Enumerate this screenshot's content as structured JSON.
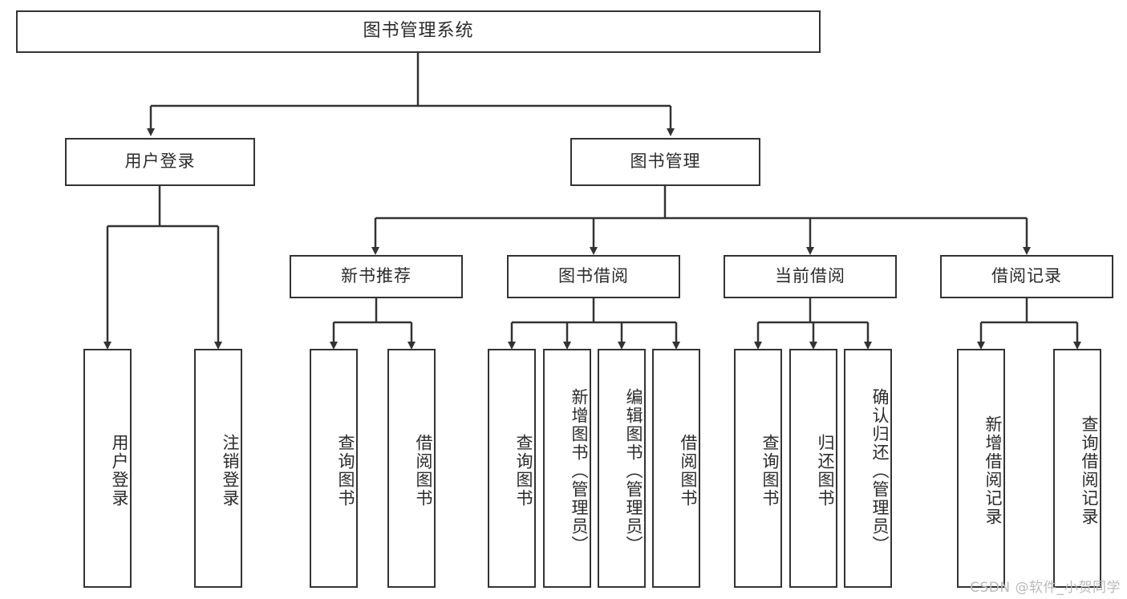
{
  "diagram": {
    "title": "图书管理系统",
    "root": {
      "label": "图书管理系统"
    },
    "level2": [
      {
        "label": "用户登录"
      },
      {
        "label": "图书管理"
      }
    ],
    "level3": [
      {
        "label": "新书推荐"
      },
      {
        "label": "图书借阅"
      },
      {
        "label": "当前借阅"
      },
      {
        "label": "借阅记录"
      }
    ],
    "leaves": {
      "user_login": [
        {
          "label": "用户登录"
        },
        {
          "label": "注销登录"
        }
      ],
      "new_book_recommend": [
        {
          "label": "查询图书"
        },
        {
          "label": "借阅图书"
        }
      ],
      "book_borrow": [
        {
          "label": "查询图书"
        },
        {
          "label": "新增图书（管理员）"
        },
        {
          "label": "编辑图书（管理员）"
        },
        {
          "label": "借阅图书"
        }
      ],
      "current_borrow": [
        {
          "label": "查询图书"
        },
        {
          "label": "归还图书"
        },
        {
          "label": "确认归还（管理员）"
        }
      ],
      "borrow_record": [
        {
          "label": "新增借阅记录"
        },
        {
          "label": "查询借阅记录"
        }
      ]
    }
  },
  "watermark": {
    "text": "CSDN @软件_小贺同学"
  },
  "colors": {
    "stroke": "#333333",
    "text": "#2b2b2b",
    "background": "#ffffff",
    "watermark": "#b9b9b9"
  }
}
